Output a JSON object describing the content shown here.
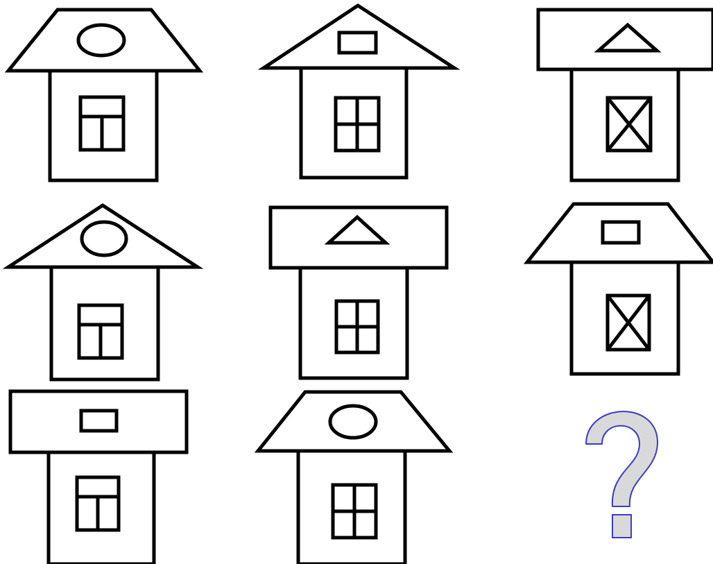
{
  "puzzle": {
    "columns": 3,
    "rows": 3,
    "cells": [
      {
        "roof": "trapezoid",
        "roof_emblem": "ellipse",
        "window": "t-split"
      },
      {
        "roof": "triangle",
        "roof_emblem": "rectangle",
        "window": "cross"
      },
      {
        "roof": "rectangle",
        "roof_emblem": "triangle",
        "window": "x-cross"
      },
      {
        "roof": "triangle",
        "roof_emblem": "ellipse",
        "window": "t-split"
      },
      {
        "roof": "rectangle",
        "roof_emblem": "triangle",
        "window": "cross"
      },
      {
        "roof": "trapezoid",
        "roof_emblem": "rectangle",
        "window": "x-cross"
      },
      {
        "roof": "rectangle",
        "roof_emblem": "rectangle",
        "window": "t-split"
      },
      {
        "roof": "trapezoid",
        "roof_emblem": "ellipse",
        "window": "cross"
      },
      {
        "missing": true,
        "symbol": "question-mark"
      }
    ],
    "colors": {
      "stroke": "#000000",
      "background": "#ffffff",
      "question_fill": "#d9d9d9",
      "question_stroke": "#3b3bc8"
    }
  }
}
